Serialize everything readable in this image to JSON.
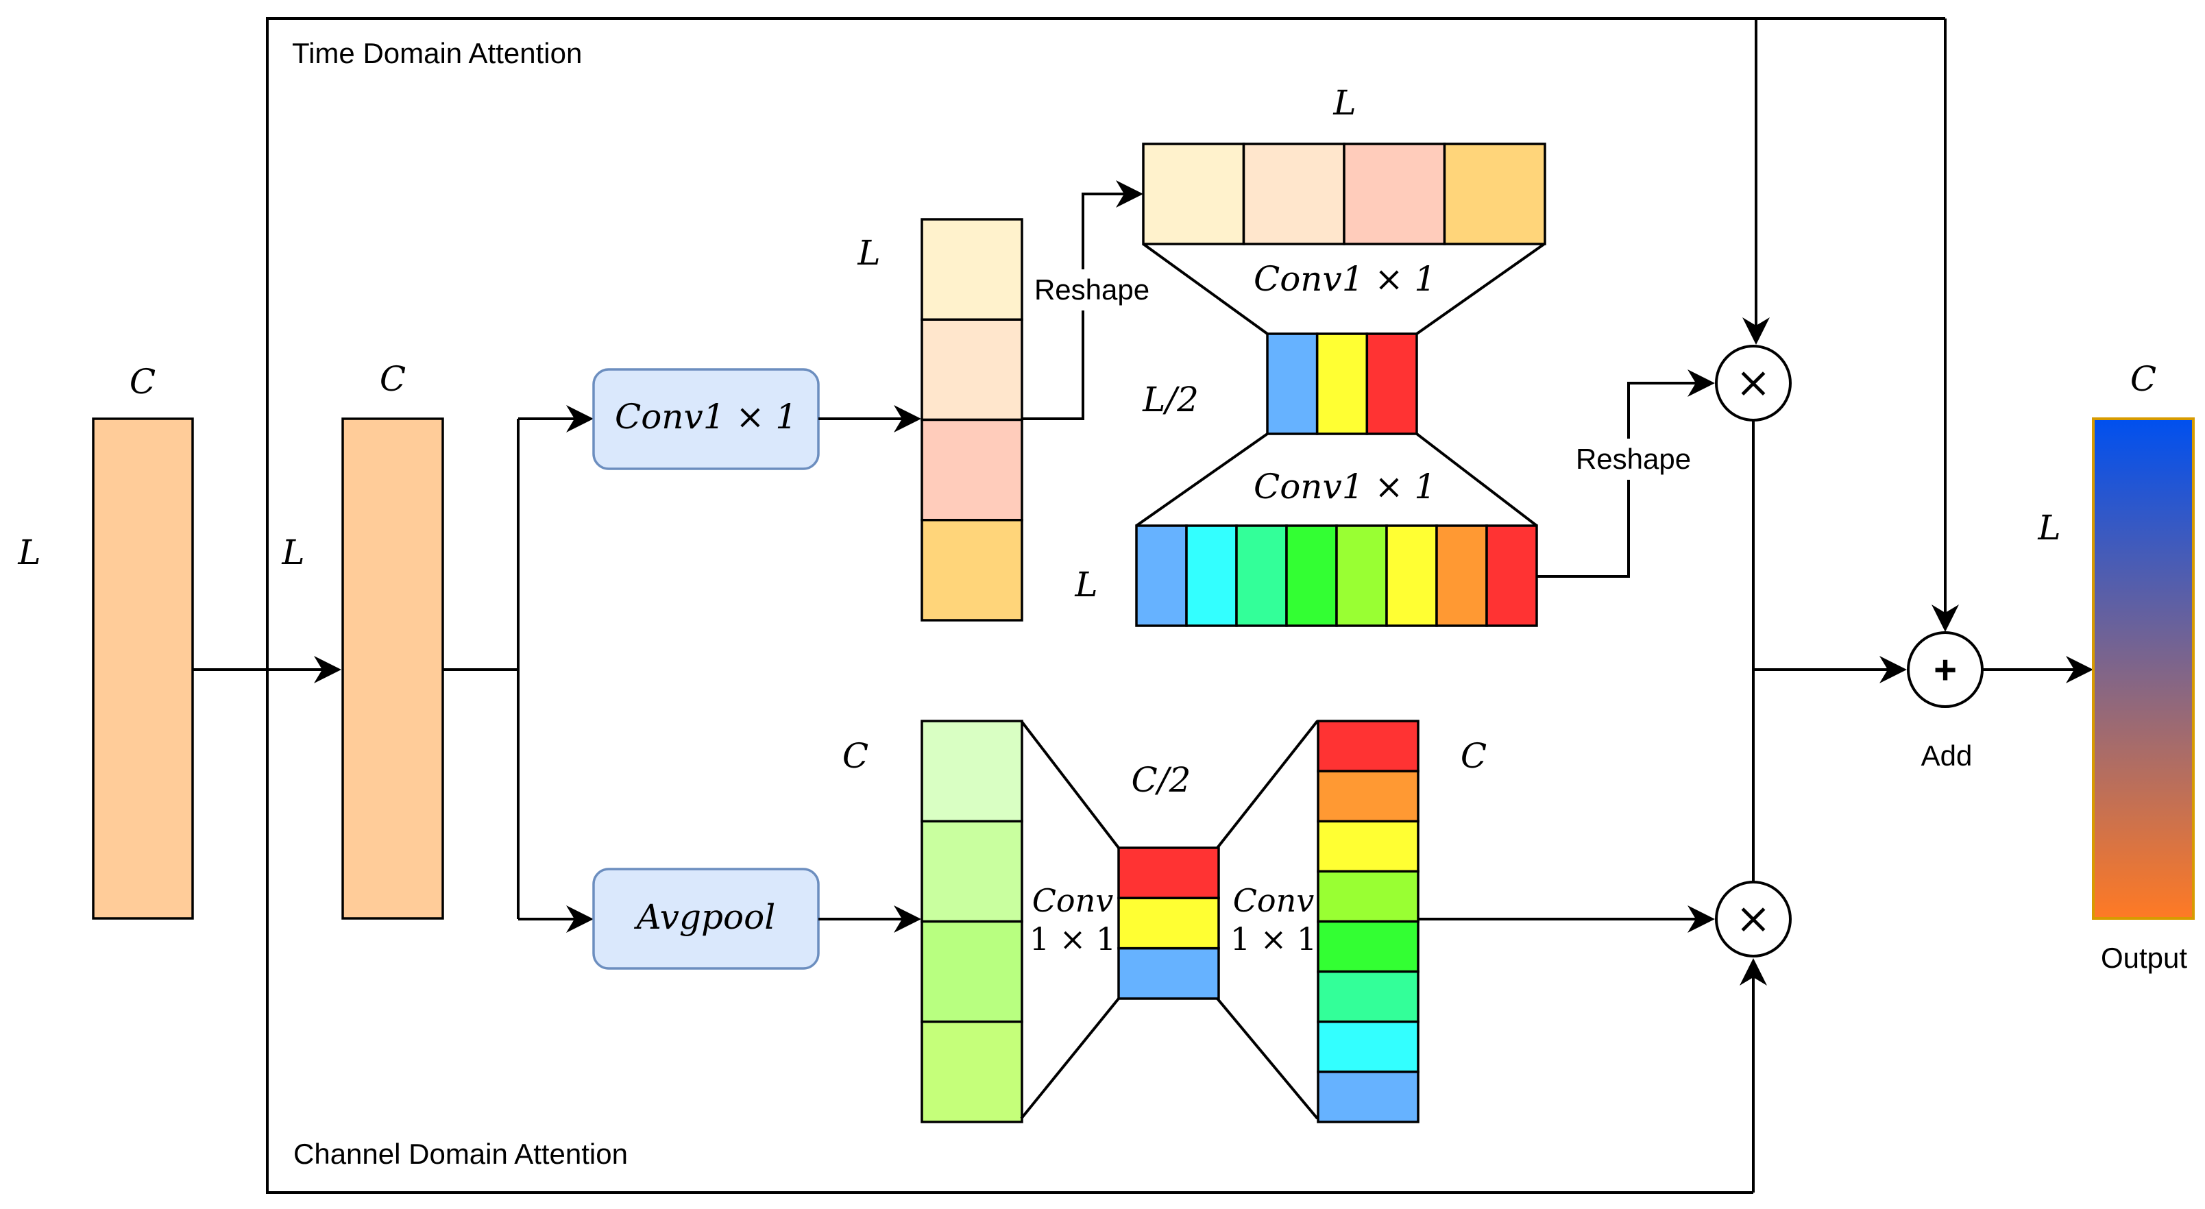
{
  "regions": {
    "time_title": "Time Domain Attention",
    "channel_title": "Channel Domain Attention"
  },
  "input": {
    "dim_c": "C",
    "dim_l": "L",
    "fill": "#ffcc99"
  },
  "feature": {
    "dim_c": "C",
    "dim_l": "L",
    "fill": "#ffcc99"
  },
  "blocks": {
    "conv_time": "Conv1 × 1",
    "avgpool": "Avgpool"
  },
  "time_branch": {
    "vec_dim": "L",
    "vec_colors": [
      "#fff2cc",
      "#ffe6cc",
      "#ffccbb",
      "#ffd57a"
    ],
    "reshape1": "Reshape",
    "row_dim": "L",
    "row_colors": [
      "#fff2cc",
      "#ffe6cc",
      "#ffccbb",
      "#ffd57a"
    ],
    "conv_a": "Conv1 × 1",
    "mid_dim": "L/2",
    "mid_colors": [
      "#66b2ff",
      "#ffff33",
      "#ff3333"
    ],
    "conv_b": "Conv1 × 1",
    "out_dim": "L",
    "out_colors": [
      "#66b2ff",
      "#33ffff",
      "#33ff99",
      "#33ff33",
      "#99ff33",
      "#ffff33",
      "#ff9933",
      "#ff3333"
    ],
    "reshape2": "Reshape"
  },
  "channel_branch": {
    "vec_dim": "C",
    "vec_colors": [
      "#d9ffc3",
      "#c9ff9f",
      "#b8ff80",
      "#c5ff7a"
    ],
    "conv_a_line1": "Conv",
    "conv_a_line2": "1 × 1",
    "mid_dim": "C/2",
    "mid_colors": [
      "#ff3333",
      "#ffff33",
      "#66b2ff"
    ],
    "conv_b_line1": "Conv",
    "conv_b_line2": "1 × 1",
    "out_dim": "C",
    "out_colors": [
      "#ff3333",
      "#ff9933",
      "#ffff33",
      "#99ff33",
      "#33ff33",
      "#33ff99",
      "#33ffff",
      "#66b2ff"
    ]
  },
  "ops": {
    "multiply_symbol": "×",
    "add_symbol": "+",
    "add_label": "Add"
  },
  "output": {
    "dim_c": "C",
    "dim_l": "L",
    "label": "Output",
    "gradient_top": "#0050ef",
    "gradient_bottom": "#ff7a24",
    "border": "#d79b00"
  }
}
